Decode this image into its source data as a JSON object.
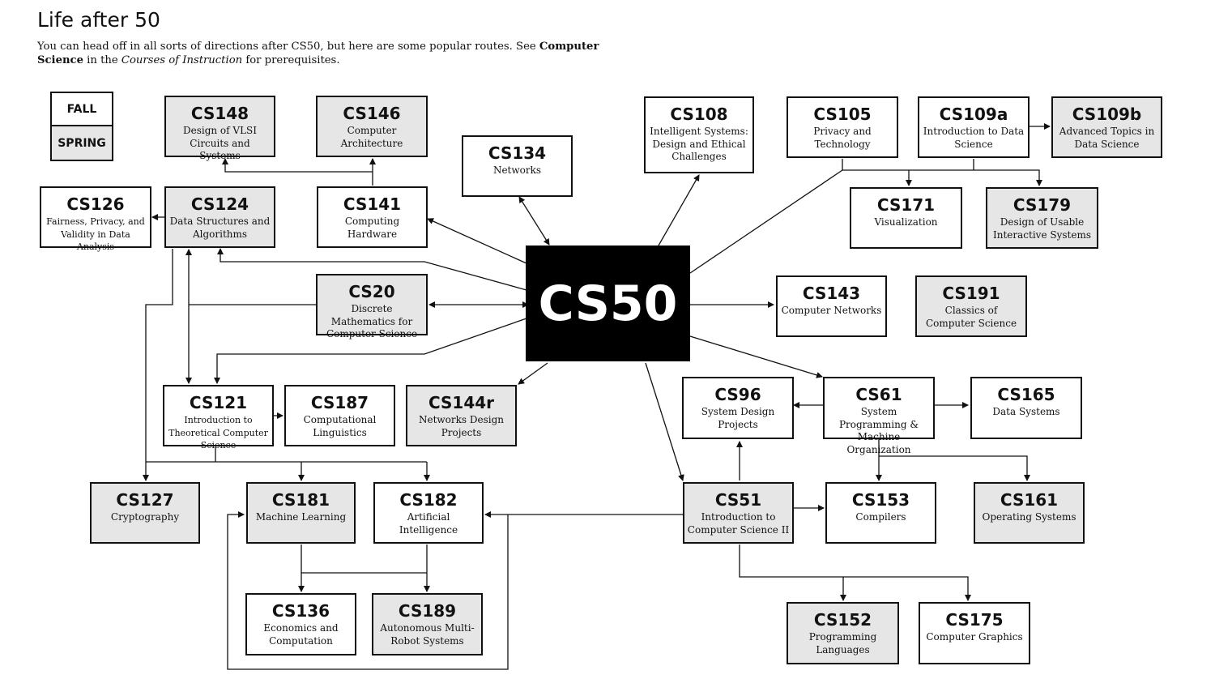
{
  "header": {
    "title": "Life after 50",
    "intro_a": "You can head off in all sorts of directions after CS50, but here are some popular routes.  See ",
    "intro_b": "Computer Science",
    "intro_c": " in the ",
    "intro_d": "Courses of Instruction",
    "intro_e": " for prerequisites."
  },
  "legend": {
    "fall": "FALL",
    "spring": "SPRING"
  },
  "hub": "CS50",
  "courses": {
    "cs148": {
      "code": "CS148",
      "name": "Design of VLSI Circuits and Systems",
      "term": "spring"
    },
    "cs146": {
      "code": "CS146",
      "name": "Computer Architecture",
      "term": "spring"
    },
    "cs134": {
      "code": "CS134",
      "name": "Networks",
      "term": "fall"
    },
    "cs108": {
      "code": "CS108",
      "name": "Intelligent Systems: Design and Ethical Challenges",
      "term": "fall"
    },
    "cs105": {
      "code": "CS105",
      "name": "Privacy and Technology",
      "term": "fall"
    },
    "cs109a": {
      "code": "CS109a",
      "name": "Introduction to Data Science",
      "term": "fall"
    },
    "cs109b": {
      "code": "CS109b",
      "name": "Advanced Topics in Data Science",
      "term": "spring"
    },
    "cs126": {
      "code": "CS126",
      "name": "Fairness, Privacy, and Validity in Data Analysis",
      "term": "fall"
    },
    "cs124": {
      "code": "CS124",
      "name": "Data Structures and Algorithms",
      "term": "spring"
    },
    "cs141": {
      "code": "CS141",
      "name": "Computing Hardware",
      "term": "fall"
    },
    "cs171": {
      "code": "CS171",
      "name": "Visualization",
      "term": "fall"
    },
    "cs179": {
      "code": "CS179",
      "name": "Design of Usable Interactive Systems",
      "term": "spring"
    },
    "cs20": {
      "code": "CS20",
      "name": "Discrete Mathematics for Computer Science",
      "term": "spring"
    },
    "cs143": {
      "code": "CS143",
      "name": "Computer Networks",
      "term": "fall"
    },
    "cs191": {
      "code": "CS191",
      "name": "Classics of Computer Science",
      "term": "spring"
    },
    "cs121": {
      "code": "CS121",
      "name": "Introduction to Theoretical Computer Science",
      "term": "fall"
    },
    "cs187": {
      "code": "CS187",
      "name": "Computational Linguistics",
      "term": "fall"
    },
    "cs144r": {
      "code": "CS144r",
      "name": "Networks Design Projects",
      "term": "spring"
    },
    "cs96": {
      "code": "CS96",
      "name": "System Design Projects",
      "term": "fall"
    },
    "cs61": {
      "code": "CS61",
      "name": "System Programming & Machine Organization",
      "term": "fall"
    },
    "cs165": {
      "code": "CS165",
      "name": "Data Systems",
      "term": "fall"
    },
    "cs127": {
      "code": "CS127",
      "name": "Cryptography",
      "term": "spring"
    },
    "cs181": {
      "code": "CS181",
      "name": "Machine Learning",
      "term": "spring"
    },
    "cs182": {
      "code": "CS182",
      "name": "Artificial Intelligence",
      "term": "fall"
    },
    "cs51": {
      "code": "CS51",
      "name": "Introduction to Computer Science II",
      "term": "spring"
    },
    "cs153": {
      "code": "CS153",
      "name": "Compilers",
      "term": "fall"
    },
    "cs161": {
      "code": "CS161",
      "name": "Operating Systems",
      "term": "spring"
    },
    "cs136": {
      "code": "CS136",
      "name": "Economics and Computation",
      "term": "fall"
    },
    "cs189": {
      "code": "CS189",
      "name": "Autonomous Multi-Robot Systems",
      "term": "spring"
    },
    "cs152": {
      "code": "CS152",
      "name": "Programming Languages",
      "term": "spring"
    },
    "cs175": {
      "code": "CS175",
      "name": "Computer Graphics",
      "term": "fall"
    }
  },
  "colors": {
    "spring_fill": "#e6e6e6",
    "fall_fill": "#ffffff",
    "hub_fill": "#000000",
    "line": "#111111"
  }
}
